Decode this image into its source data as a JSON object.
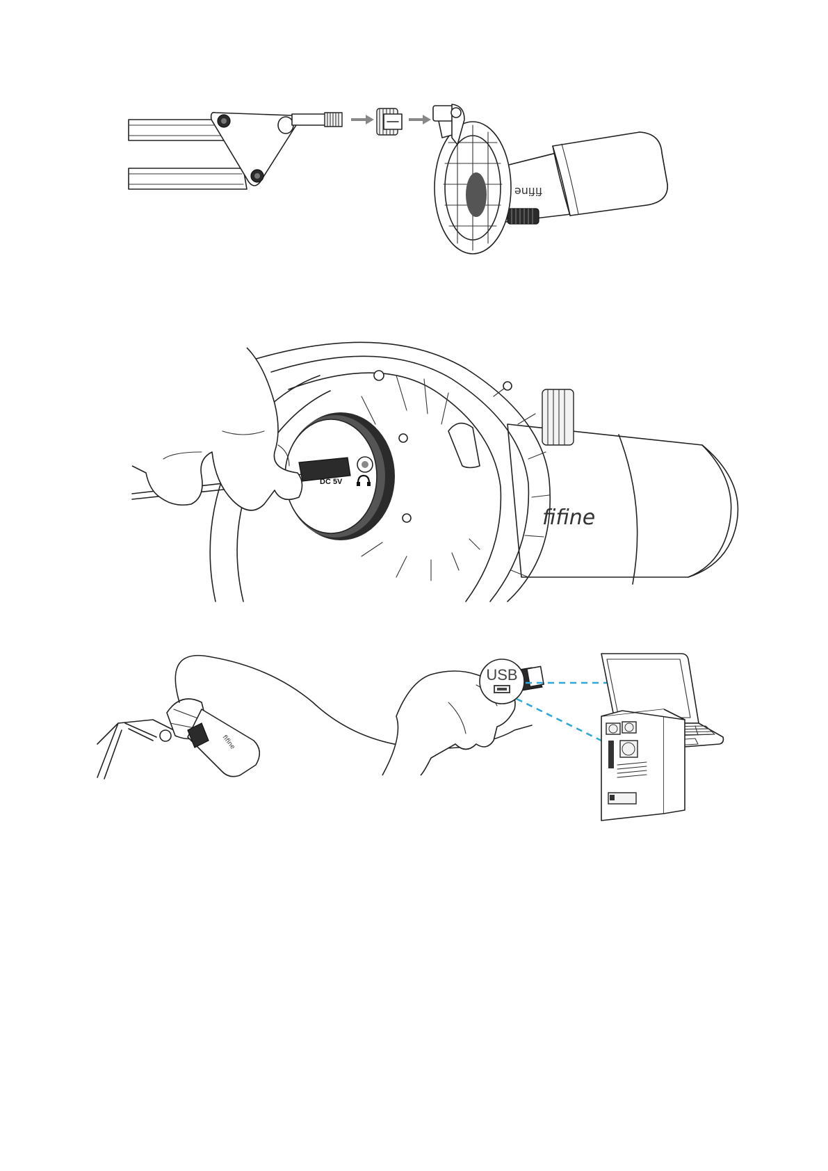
{
  "figure1": {
    "brand_logo": "fifine"
  },
  "figure2": {
    "brand_logo": "fifine",
    "dc_label": "DC 5V",
    "headphone_icon": "headphone-icon"
  },
  "figure3": {
    "brand_logo": "fifine",
    "usb_label": "USB",
    "usb_port_icon": "usb-port-icon"
  },
  "colors": {
    "connection_dash": "#2fa8d8",
    "line_art": "#222222",
    "cable_plug": "#2b2b2b"
  }
}
